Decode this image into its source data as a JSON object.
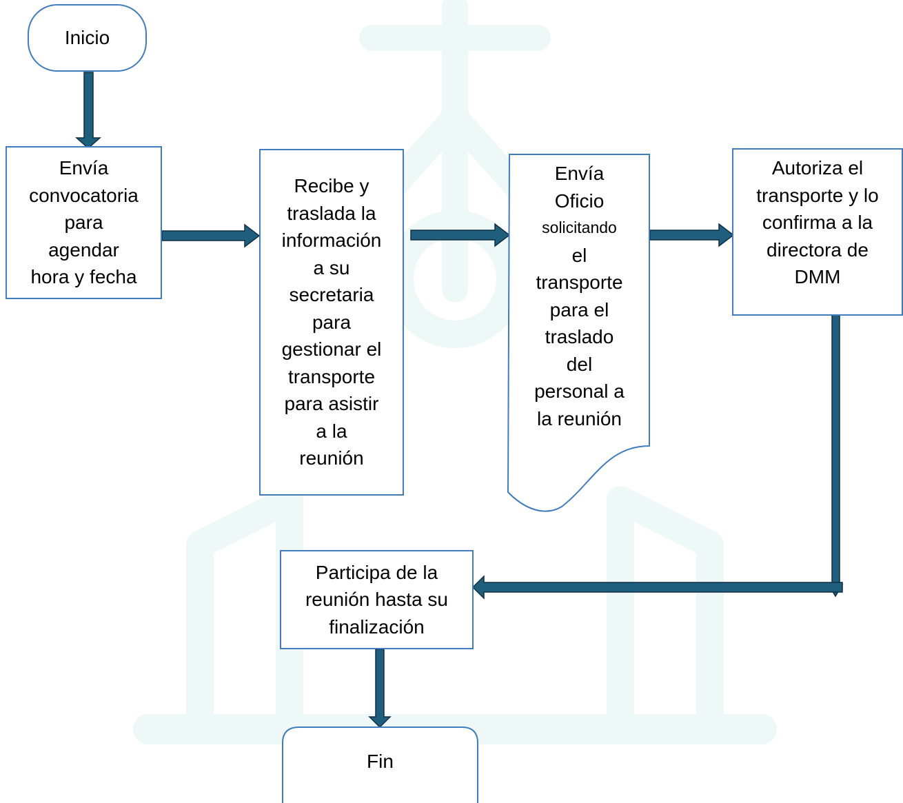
{
  "colors": {
    "box_border": "#3f7bbd",
    "arrow_fill": "#205e7e",
    "arrow_outline": "#0f2f42",
    "watermark": "#eef8f7",
    "text": "#000000"
  },
  "nodes": {
    "start": {
      "label": "Inicio"
    },
    "step1": {
      "label": "Envía\nconvocatoria\npara\nagendar\nhora y fecha"
    },
    "step2": {
      "label": "Recibe y\ntraslada la\ninformación\na su\nsecretaria\npara\ngestionar el\ntransporte\npara asistir\na la\nreunión"
    },
    "step3": {
      "line1": "Envía",
      "line2": "Oficio",
      "line3": "solicitando",
      "rest": "el\ntransporte\npara el\ntraslado\ndel\npersonal a\nla reunión"
    },
    "step4": {
      "label": "Autoriza el\ntransporte y lo\nconfirma a la\ndirectora de\nDMM"
    },
    "step5": {
      "label": "Participa de la\nreunión hasta su\nfinalización"
    },
    "end": {
      "label": "Fin"
    }
  }
}
